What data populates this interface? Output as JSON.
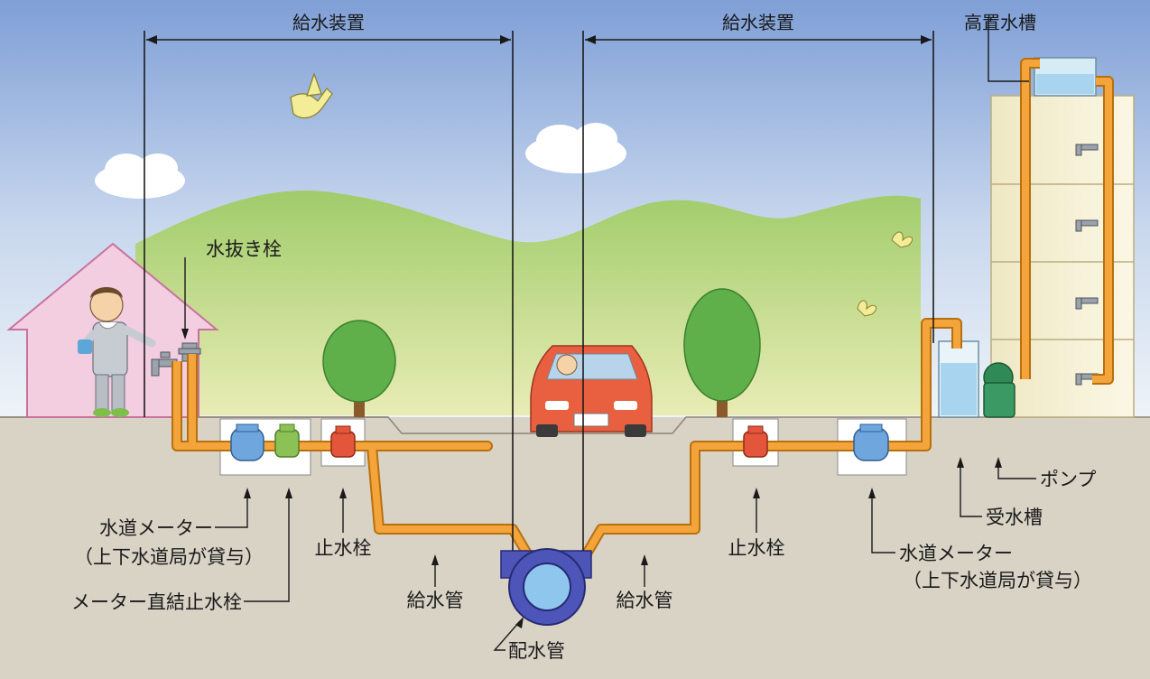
{
  "labels": {
    "supply_device_left": "給水装置",
    "supply_device_right": "給水装置",
    "elevated_tank": "高置水槽",
    "drain_plug": "水抜き栓",
    "meter_left_line1": "水道メーター",
    "meter_left_line2": "（上下水道局が貸与）",
    "meter_direct_stopcock": "メーター直結止水栓",
    "stopcock_left": "止水栓",
    "supply_pipe_left": "給水管",
    "distribution_pipe": "配水管",
    "supply_pipe_right": "給水管",
    "stopcock_right": "止水栓",
    "meter_right_line1": "水道メーター",
    "meter_right_line2": "（上下水道局が貸与）",
    "receiving_tank": "受水槽",
    "pump": "ポンプ"
  },
  "colors": {
    "sky_top": "#7f9fd6",
    "sky_bottom": "#eef3f8",
    "hills": "#a7cf6f",
    "ground": "#d9d3c6",
    "pipe": "#f3a43a",
    "pipe_outline": "#b8700f",
    "house": "#f3cde0",
    "meter_blue": "#6fa6dd",
    "meter_green": "#8cc155",
    "valve_red": "#e4563c",
    "main_pipe": "#4d55b8",
    "car": "#e8603f"
  }
}
